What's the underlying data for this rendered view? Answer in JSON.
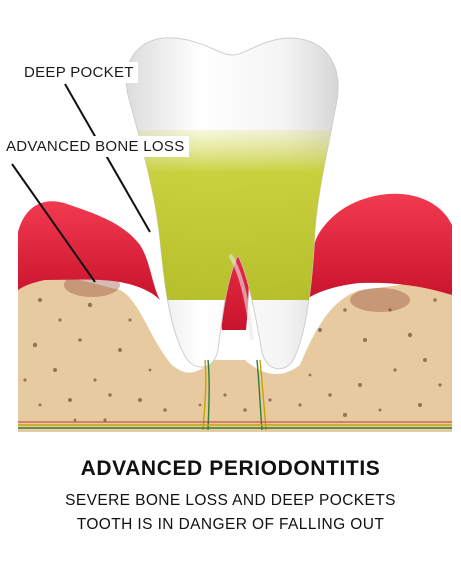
{
  "labels": {
    "deep_pocket": "DEEP POCKET",
    "bone_loss": "ADVANCED BONE LOSS"
  },
  "caption": {
    "title": "ADVANCED PERIODONTITIS",
    "line1": "SEVERE BONE LOSS AND DEEP POCKETS",
    "line2": "TOOTH IS IN DANGER OF FALLING OUT"
  },
  "colors": {
    "bone": "#e8caa0",
    "gum": "#e01f3a",
    "tooth": "#f3f3f3",
    "plaque": "#b8c22a",
    "pore": "#7a5634"
  },
  "icons": [
    "tooth-icon",
    "gum-icon",
    "bone-icon"
  ]
}
